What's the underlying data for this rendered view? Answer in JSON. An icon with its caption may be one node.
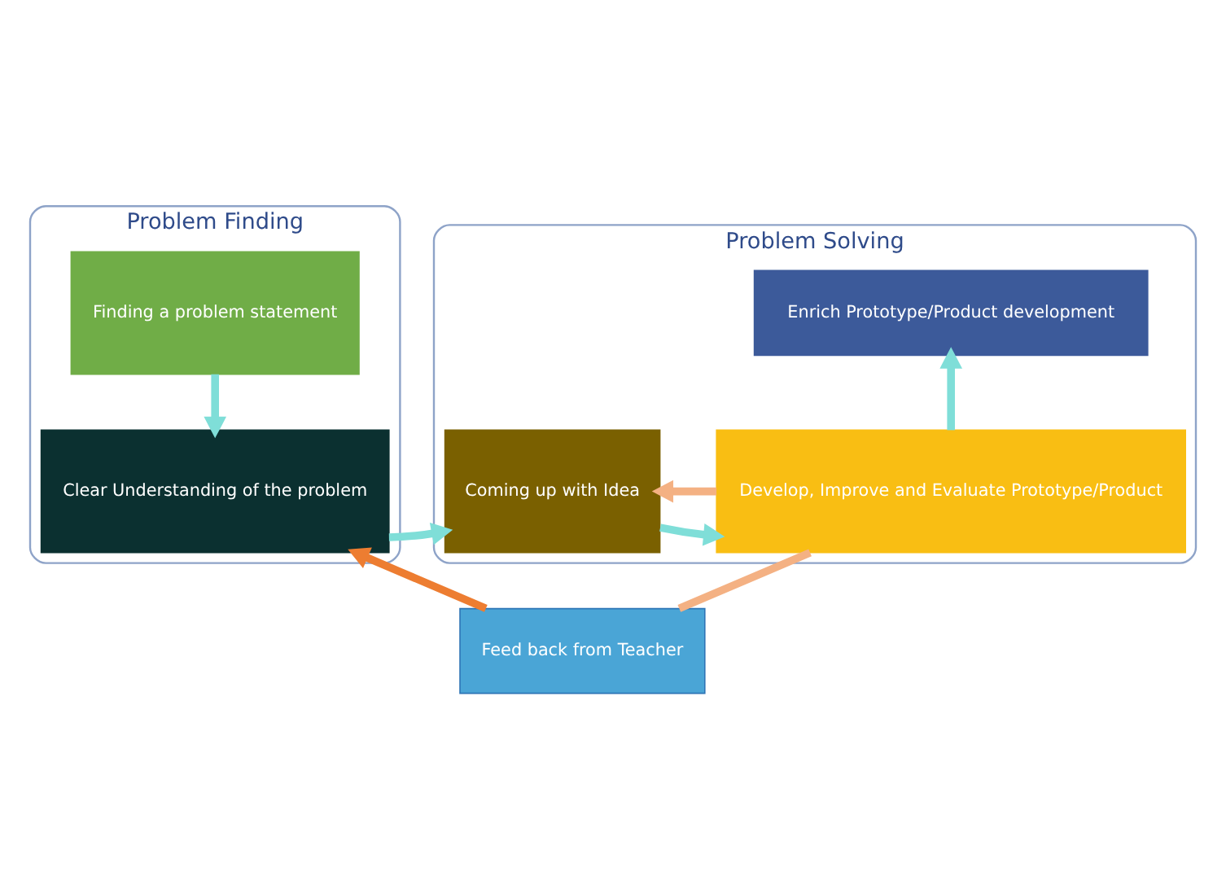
{
  "diagram": {
    "nodes": [
      {
        "text": [
          "Problem Finding"
        ]
      },
      {
        "text": [
          "Finding a problem statement"
        ],
        "in": 0
      },
      {
        "text": [
          "Clear Understanding of the problem"
        ],
        "in": 0
      },
      {
        "text": [
          "Problem Solving"
        ]
      },
      {
        "text": [
          "Enrich Prototype/Product development"
        ],
        "in": 3
      },
      {
        "text": [
          "Coming up with Idea"
        ],
        "in": 3
      },
      {
        "text": [
          "Develop, Improve and Evaluate Prototype/Product"
        ],
        "in": 3
      },
      {
        "text": [
          "Feed back from Teacher"
        ]
      }
    ],
    "edges": [
      {
        "from": 1,
        "to": 2,
        "arrow": "to"
      },
      {
        "from": 2,
        "to": 5,
        "arrow": "to"
      },
      {
        "from": 5,
        "to": 6,
        "arrow": "to"
      },
      {
        "from": 6,
        "to": 4,
        "arrow": "to"
      },
      {
        "from": 6,
        "to": 5,
        "arrow": "to",
        "color": "#f4b183"
      },
      {
        "from": 6,
        "to": 7,
        "arrow": "none",
        "color": "#f4b183"
      },
      {
        "from": 7,
        "to": 2,
        "arrow": "to",
        "color": "#ed7d31"
      }
    ]
  }
}
